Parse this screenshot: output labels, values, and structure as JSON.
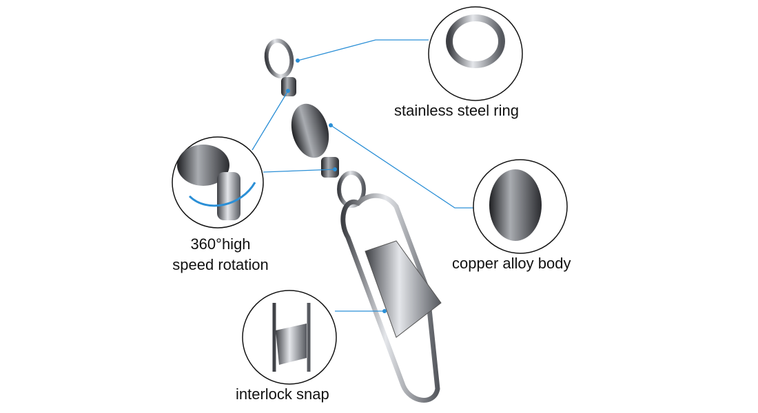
{
  "labels": {
    "ring": "stainless steel ring",
    "rotation_line1": "360°high",
    "rotation_line2": "speed rotation",
    "body": "copper alloy body",
    "snap": "interlock snap"
  },
  "colors": {
    "leader": "#2b8fd6",
    "circle": "#111111",
    "metal": "#8a8d92"
  }
}
